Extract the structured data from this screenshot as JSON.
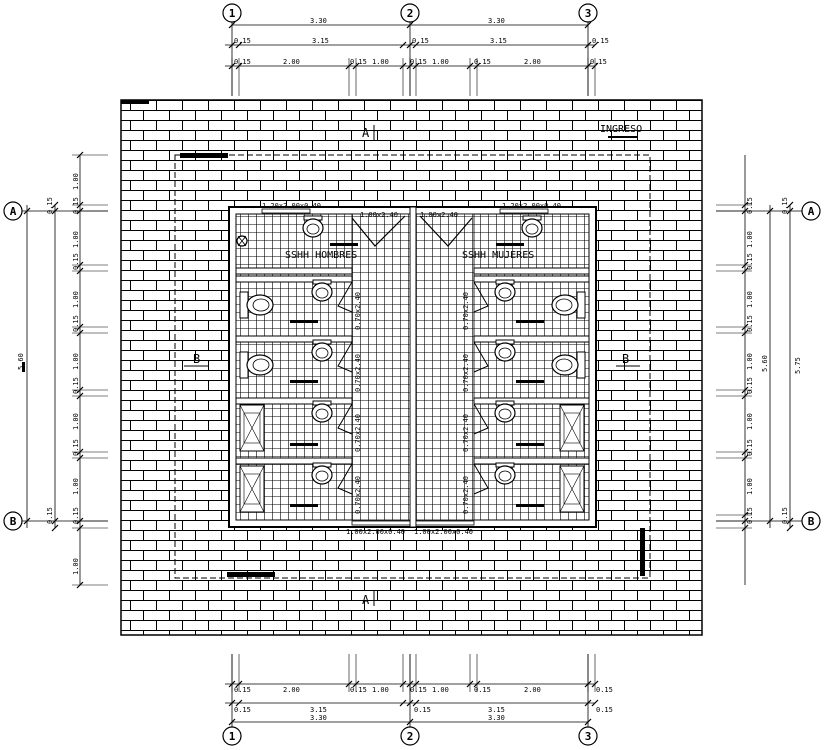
{
  "grid": {
    "columns": [
      "1",
      "2",
      "3"
    ],
    "rows": [
      "A",
      "B"
    ]
  },
  "dims_top": {
    "row1": [
      "3.30",
      "3.30"
    ],
    "row2": [
      "0.15",
      "3.15",
      "0.15",
      "3.15",
      "0.15"
    ],
    "row3": [
      "0.15",
      "2.00",
      "0.15",
      "1.00",
      "0.15",
      "1.00",
      "0.15",
      "2.00",
      "0.15"
    ]
  },
  "dims_bottom": {
    "row1": [
      "0.15",
      "2.00",
      "0.15",
      "1.00",
      "0.15",
      "1.00",
      "0.15",
      "2.00",
      "0.15"
    ],
    "row2": [
      "0.15",
      "3.15",
      "0.15",
      "3.15",
      "0.15"
    ],
    "row3": [
      "3.30",
      "3.30"
    ]
  },
  "dims_left": {
    "total": "5.60",
    "segments": [
      "1.00",
      "0.15",
      "1.00",
      "0.15",
      "1.00",
      "0.15",
      "1.00",
      "0.15",
      "1.00",
      "0.15",
      "1.00"
    ],
    "outer_a": "0.15",
    "outer_b": "0.15"
  },
  "dims_right": {
    "total": "5.75",
    "mid": "5.60",
    "segments": [
      "0.15",
      "1.00",
      "0.15",
      "1.00",
      "0.15",
      "1.00",
      "0.15",
      "1.00",
      "0.15",
      "1.00",
      "0.15"
    ],
    "outer_a": "0.15",
    "outer_b": "0.15"
  },
  "labels": {
    "entrance": "INGRESO",
    "men": "SSHH HOMBRES",
    "women": "SSHH MUJERES",
    "section_a": "A",
    "section_b": "B"
  },
  "windows": {
    "left_top": "1.20x2.00x0.40",
    "right_top": "1.20x2.00x0.40",
    "left_bottom": "1.00x2.00x0.40",
    "right_bottom": "1.00x2.00x0.40"
  },
  "doors": {
    "men_main": "1.00x2.40",
    "women_main": "1.00x2.40",
    "stall": "0.70x2.40"
  }
}
